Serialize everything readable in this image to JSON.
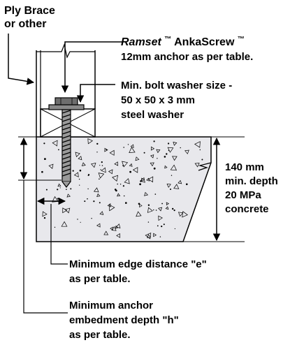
{
  "labels": {
    "ply_brace_line1": "Ply Brace",
    "ply_brace_line2": "or other",
    "anchor_brand": "Ramset",
    "anchor_brand_tm": "™",
    "anchor_product": " AnkaScrew",
    "anchor_product_tm": "™",
    "anchor_line2": "12mm anchor as per table.",
    "washer_line1": "Min. bolt washer size -",
    "washer_line2": "50 x 50 x 3 mm",
    "washer_line3": "steel washer",
    "depth_line1": "140 mm",
    "depth_line2": "min. depth",
    "concrete_line1": "20 MPa",
    "concrete_line2": "concrete",
    "edge_line1": "Minimum edge distance \"e\"",
    "edge_line2": "as per table.",
    "embed_line1": "Minimum anchor",
    "embed_line2": "embedment depth \"h\"",
    "embed_line3": "as per table."
  },
  "colors": {
    "concrete_fill": "#e8e8ec",
    "line": "#000000",
    "bolt_fill": "#6e6e6e",
    "washer_fill": "#8a8a8a"
  }
}
